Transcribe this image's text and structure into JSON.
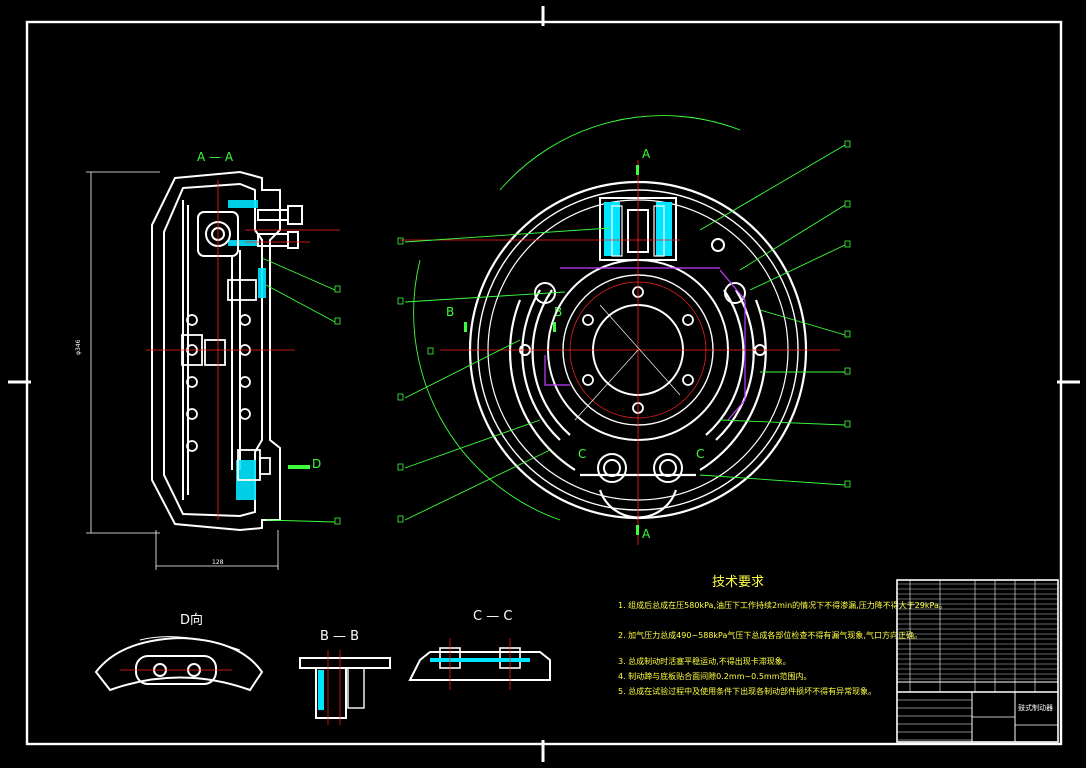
{
  "views": {
    "section_aa_label": "A — A",
    "main_view_a_top": "A",
    "main_view_a_bottom": "A",
    "section_b_left": "B",
    "section_b_right": "B",
    "section_c_left": "C",
    "section_c_right": "C",
    "section_d_arrow": "D",
    "view_d_label": "D向",
    "view_bb_label": "B — B",
    "view_cc_label": "C — C"
  },
  "dimensions": {
    "height_dim": "φ346",
    "width_dim": "128"
  },
  "technical_requirements": {
    "title": "技术要求",
    "items": [
      "1. 组成后总成在压580kPa,油压下工作持续2min的情况下不得渗漏,压力降不得大于29kPa。",
      "2. 加气压力总成490~588kPa气压下总成各部位检查不得有漏气现象,气口方向正确。",
      "3. 总成制动时活塞平稳运动,不得出现卡滞现象。",
      "4. 制动蹄与底板贴合面间隙0.2mm~0.5mm范围内。",
      "5. 总成在试验过程中及使用条件下出现各制动部件损坏不得有异常现象。"
    ]
  },
  "title_block": {
    "drawing_name": "鼓式制动器"
  },
  "colors": {
    "outline": "#ffffff",
    "leader": "#3cff3c",
    "centerline": "#ff2020",
    "hatch": "#00e5ff",
    "accent": "#c040ff",
    "notes": "#ffff40"
  }
}
